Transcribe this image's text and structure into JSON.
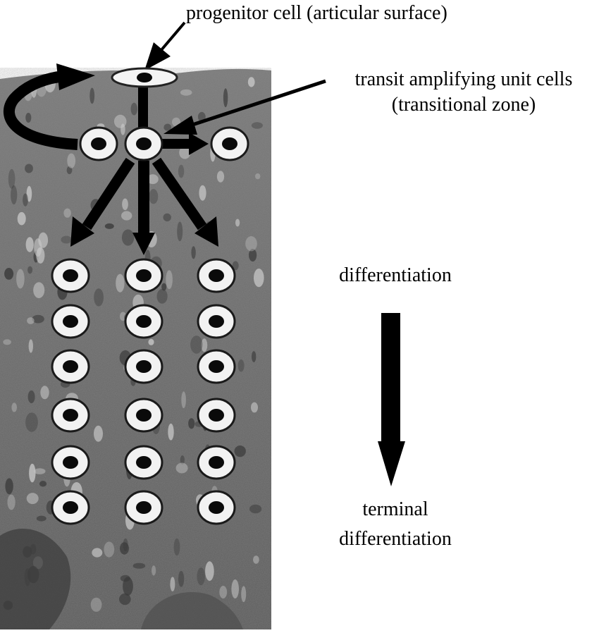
{
  "labels": {
    "progenitor": "progenitor cell (articular surface)",
    "transit_line1": "transit amplifying unit cells",
    "transit_line2": "(transitional zone)",
    "differentiation": "differentiation",
    "terminal_line1": "terminal",
    "terminal_line2": "differentiation"
  },
  "colors": {
    "tissue": "#6b6b6b",
    "cell_ring": "#f2f2f2",
    "cell_nucleus": "#0a0a0a",
    "arrow": "#000000",
    "text": "#000000"
  }
}
